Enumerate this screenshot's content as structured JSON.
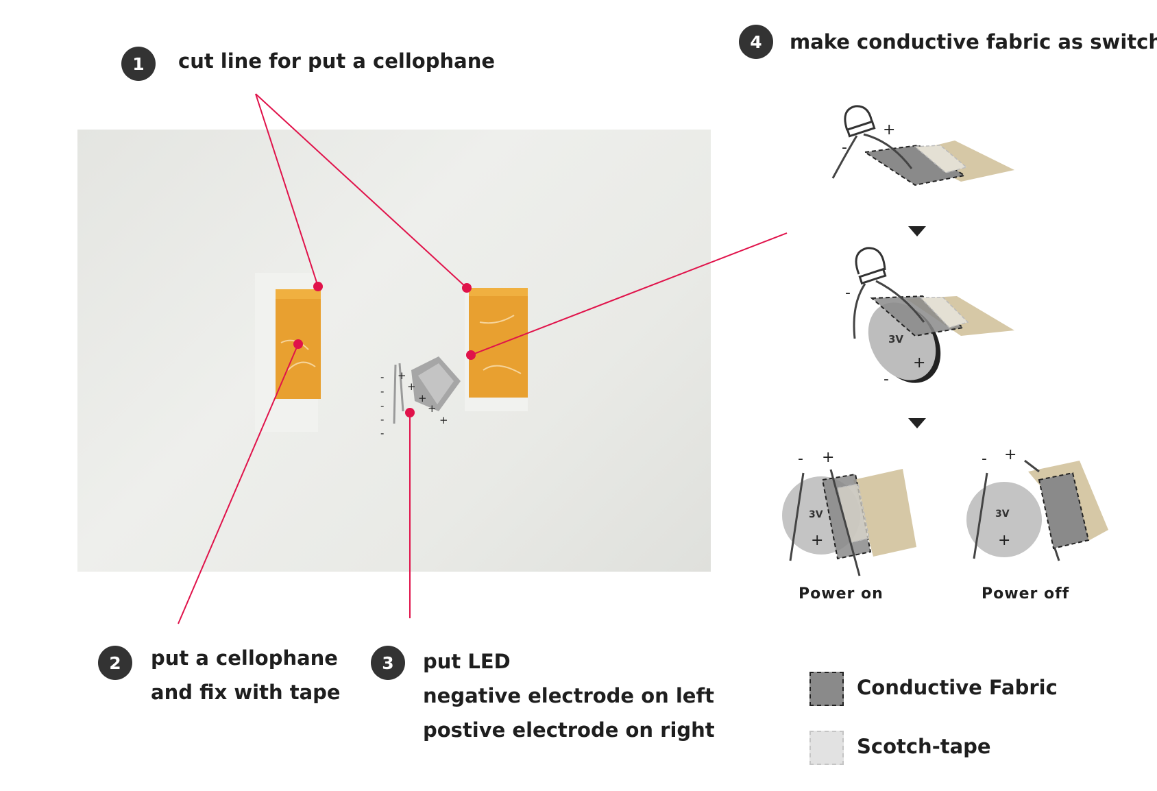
{
  "steps": [
    {
      "number": "1",
      "lines": [
        "cut line for put a cellophane"
      ]
    },
    {
      "number": "2",
      "lines": [
        "put a cellophane",
        "and fix with tape"
      ]
    },
    {
      "number": "3",
      "lines": [
        "put LED",
        "negative electrode on left",
        "postive electrode on right"
      ]
    },
    {
      "number": "4",
      "lines": [
        "make conductive fabric as switch"
      ]
    }
  ],
  "photo_marks": {
    "minus": "-",
    "plus": "+"
  },
  "diagram": {
    "battery_label": "3V",
    "plus": "+",
    "minus": "-",
    "caption_on": "Power on",
    "caption_off": "Power off"
  },
  "legend": [
    {
      "label": "Conductive Fabric",
      "color": "#8a8a8a"
    },
    {
      "label": "Scotch-tape",
      "color": "#e2e2e2"
    }
  ],
  "colors": {
    "accent": "#e0124a",
    "badge": "#333333",
    "tape_orange": "#e8a030",
    "fabric": "#8a8a8a",
    "tape_beige": "#d6c8a6"
  }
}
